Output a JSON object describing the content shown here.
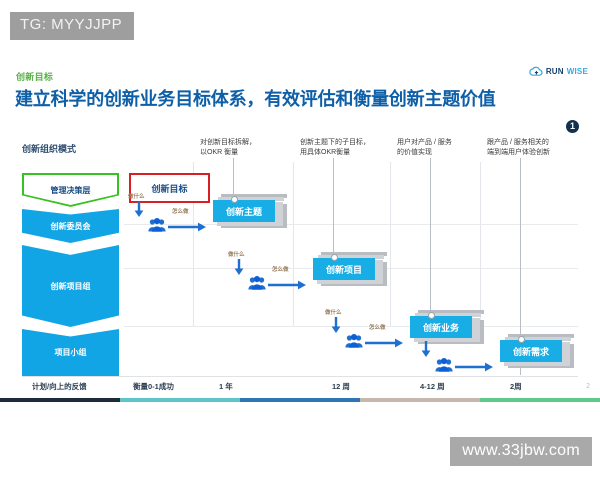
{
  "overlay": {
    "tg_tag": "TG: MYYJJPP",
    "watermark": "www.33jbw.com"
  },
  "slide": {
    "eyebrow": "创新目标",
    "headline": "建立科学的创新业务目标体系，有效评估和衡量创新主题价值",
    "page_marker": "1",
    "page_number": "2",
    "logo": {
      "part1": "RUN",
      "part2": "WISE",
      "icon": "cloud-icon"
    }
  },
  "column_headers": [
    "对创新目标拆解，\n以OKR 衡量",
    "创新主题下的子目标，\n用具体OKR衡量",
    "用户对产品 / 服务\n的价值实现",
    "跟产品 / 服务相关的\n端到端用户体验创新"
  ],
  "left_panel": {
    "title": "创新组织模式",
    "levels": [
      {
        "label": "管理决策层",
        "style": "outlined-green"
      },
      {
        "label": "创新委员会",
        "style": "filled-blue"
      },
      {
        "label": "创新项目组",
        "style": "filled-blue"
      },
      {
        "label": "项目小组",
        "style": "filled-blue"
      }
    ]
  },
  "diagram": {
    "goal_box": {
      "label": "创新目标",
      "border_color": "#d81f26"
    },
    "cards": [
      {
        "label": "创新主题"
      },
      {
        "label": "创新项目"
      },
      {
        "label": "创新业务"
      },
      {
        "label": "创新需求"
      }
    ],
    "edge_labels": {
      "what": "做什么",
      "how": "怎么做"
    },
    "people_icon": "people-icon"
  },
  "timeline": {
    "items": [
      "计划/向上的反馈",
      "衡量0-1成功",
      "1 年",
      "12 周",
      "4-12 周",
      "2周"
    ],
    "bar_colors": [
      "#1d2b3a",
      "#5fc4c9",
      "#2f75b5",
      "#c5b8ad",
      "#5ec98b"
    ]
  },
  "colors": {
    "brand_blue": "#0d5fa8",
    "card_blue": "#18ade4",
    "green": "#36c21f",
    "red": "#d81f26"
  }
}
